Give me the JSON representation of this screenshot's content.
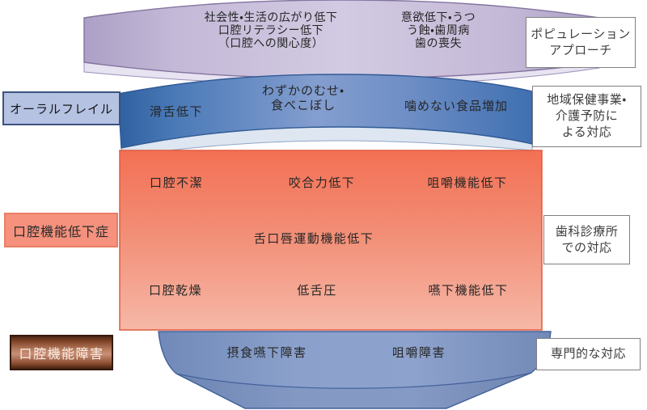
{
  "colors": {
    "population_band": "#c6bcd9",
    "population_band_inner": "#e7e3f1",
    "oral_frailty_band": "#5b84c0",
    "oral_frailty_band_inner": "#dde6f1",
    "hypofunction_panel_top": "#f37054",
    "hypofunction_panel_bottom": "#f6b8a7",
    "dysfunction_funnel": "#8096c3",
    "dysfunction_label_copper": "#a05f41",
    "note_border": "#808080"
  },
  "population": {
    "left_column": [
      "社会性・生活の広がり低下",
      "口腔リテラシー低下",
      "（口腔への関心度）"
    ],
    "right_column": [
      "意欲低下・うつ",
      "う蝕・歯周病",
      "歯の喪失"
    ],
    "note": [
      "ポピュレーション",
      "アプローチ"
    ]
  },
  "oral_frailty": {
    "label": "オーラルフレイル",
    "item_left": "滑舌低下",
    "item_center": [
      "わずかのむせ・",
      "食べこぼし"
    ],
    "item_right": "噛めない食品増加",
    "note": [
      "地域保健事業・",
      "介護予防に",
      "よる対応"
    ]
  },
  "oral_hypofunction": {
    "label": "口腔機能低下症",
    "row1": [
      "口腔不潔",
      "咬合力低下",
      "咀嚼機能低下"
    ],
    "row2": "舌口唇運動機能低下",
    "row3": [
      "口腔乾燥",
      "低舌圧",
      "嚥下機能低下"
    ],
    "note": [
      "歯科診療所",
      "での対応"
    ]
  },
  "oral_dysfunction": {
    "label": "口腔機能障害",
    "items": [
      "摂食嚥下障害",
      "咀嚼障害"
    ],
    "note": [
      "専門的な対応"
    ]
  }
}
